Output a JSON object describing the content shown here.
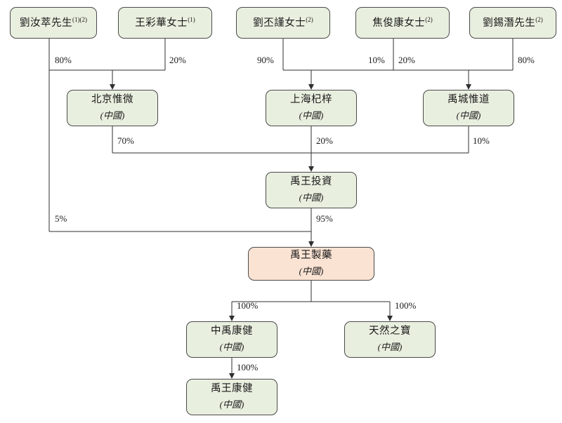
{
  "diagram": {
    "persons": [
      {
        "name": "劉汝萃先生",
        "note": "(1)(2)"
      },
      {
        "name": "王彩華女士",
        "note": "(1)"
      },
      {
        "name": "劉丕謹女士",
        "note": "(2)"
      },
      {
        "name": "焦俊康女士",
        "note": "(2)"
      },
      {
        "name": "劉錫潛先生",
        "note": "(2)"
      }
    ],
    "companies": {
      "beijing_weiwei": {
        "name": "北京惟微",
        "region": "(中國)"
      },
      "shanghai_qizi": {
        "name": "上海杞梓",
        "region": "(中國)"
      },
      "yucheng_weidao": {
        "name": "禹城惟道",
        "region": "(中國)"
      },
      "yuwang_investment": {
        "name": "禹王投資",
        "region": "(中國)"
      },
      "yuwang_pharma": {
        "name": "禹王製藥",
        "region": "(中國)"
      },
      "zhongyu_kangjian": {
        "name": "中禹康健",
        "region": "(中國)"
      },
      "tianran_zhibao": {
        "name": "天然之寶",
        "region": "(中國)"
      },
      "yuwang_kangjian": {
        "name": "禹王康健",
        "region": "(中國)"
      }
    },
    "labels": {
      "p1_to_beijing": "80%",
      "p2_to_beijing": "20%",
      "p3_to_shanghai": "90%",
      "p4_to_shanghai": "10%",
      "p4_to_weidao": "20%",
      "p5_to_weidao": "80%",
      "beijing_to_invest": "70%",
      "shanghai_to_invest": "20%",
      "weidao_to_invest": "10%",
      "p1_to_pharma": "5%",
      "invest_to_pharma": "95%",
      "pharma_to_zhongyu": "100%",
      "pharma_to_tianran": "100%",
      "zhongyu_to_kangjian": "100%"
    },
    "colors": {
      "node_fill": "#e9efdf",
      "highlight_fill": "#fbe3d3",
      "node_border": "#4a4a4a",
      "line": "#2f2f2f"
    }
  }
}
